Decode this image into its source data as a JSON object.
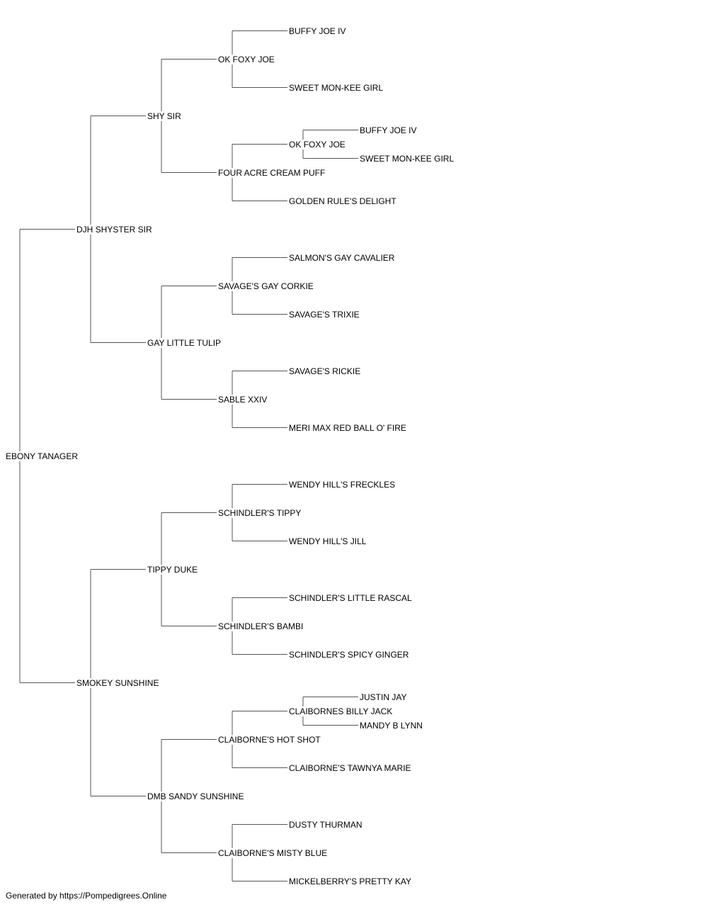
{
  "pedigree": {
    "subject": "EBONY TANAGER",
    "sire": {
      "name": "DJH SHYSTER SIR",
      "sire": {
        "name": "SHY SIR",
        "sire": {
          "name": "OK FOXY JOE",
          "sire": {
            "name": "BUFFY JOE IV"
          },
          "dam": {
            "name": "SWEET MON-KEE GIRL"
          }
        },
        "dam": {
          "name": "FOUR ACRE CREAM PUFF",
          "sire": {
            "name": "OK FOXY JOE",
            "sire": {
              "name": "BUFFY JOE IV"
            },
            "dam": {
              "name": "SWEET MON-KEE GIRL"
            }
          },
          "dam": {
            "name": "GOLDEN RULE'S DELIGHT"
          }
        }
      },
      "dam": {
        "name": "GAY LITTLE TULIP",
        "sire": {
          "name": "SAVAGE'S GAY CORKIE",
          "sire": {
            "name": "SALMON'S GAY CAVALIER"
          },
          "dam": {
            "name": "SAVAGE'S TRIXIE"
          }
        },
        "dam": {
          "name": "SABLE XXIV",
          "sire": {
            "name": "SAVAGE'S RICKIE"
          },
          "dam": {
            "name": "MERI MAX RED BALL O' FIRE"
          }
        }
      }
    },
    "dam": {
      "name": "SMOKEY SUNSHINE",
      "sire": {
        "name": "TIPPY DUKE",
        "sire": {
          "name": "SCHINDLER'S TIPPY",
          "sire": {
            "name": "WENDY HILL'S FRECKLES"
          },
          "dam": {
            "name": "WENDY HILL'S JILL"
          }
        },
        "dam": {
          "name": "SCHINDLER'S BAMBI",
          "sire": {
            "name": "SCHINDLER'S LITTLE RASCAL"
          },
          "dam": {
            "name": "SCHINDLER'S SPICY GINGER"
          }
        }
      },
      "dam": {
        "name": "DMB SANDY SUNSHINE",
        "sire": {
          "name": "CLAIBORNE'S HOT SHOT",
          "sire": {
            "name": "CLAIBORNES BILLY JACK",
            "sire": {
              "name": "JUSTIN JAY"
            },
            "dam": {
              "name": "MANDY B LYNN"
            }
          },
          "dam": {
            "name": "CLAIBORNE'S TAWNYA MARIE"
          }
        },
        "dam": {
          "name": "CLAIBORNE'S MISTY BLUE",
          "sire": {
            "name": "DUSTY THURMAN"
          },
          "dam": {
            "name": "MICKELBERRY'S PRETTY KAY"
          }
        }
      }
    }
  },
  "footer": "Generated by https://Pompedigrees.Online",
  "colors": {
    "line": "#555555",
    "text": "#000000",
    "background": "#ffffff"
  }
}
